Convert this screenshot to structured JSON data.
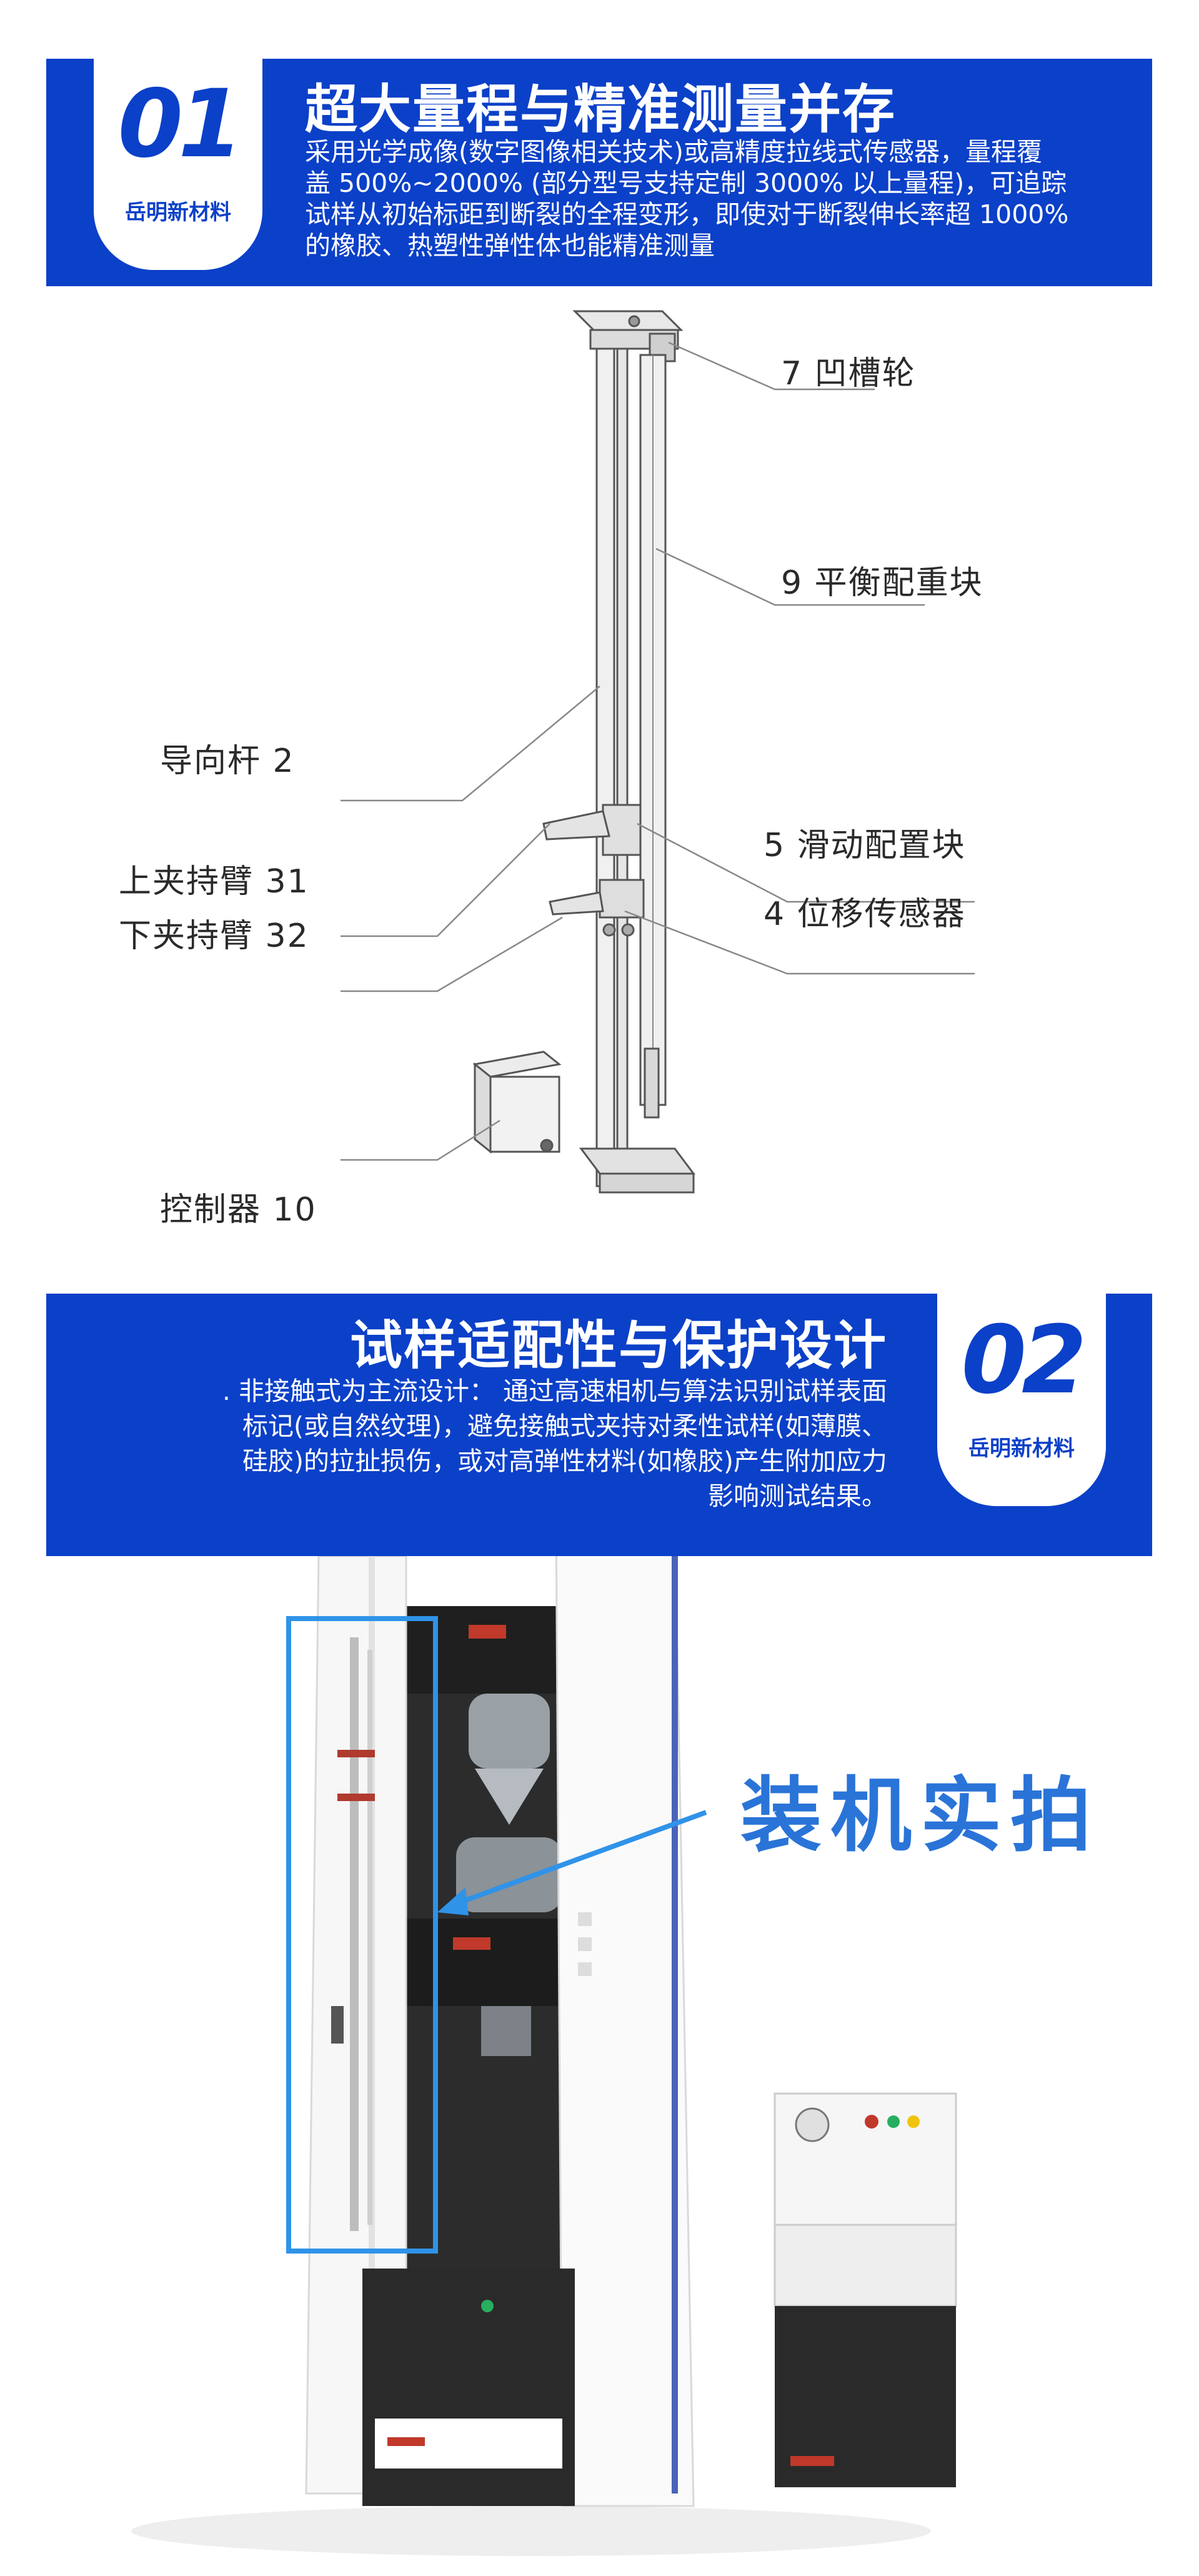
{
  "section1": {
    "number": "01",
    "brand": "岳明新材料",
    "title": "超大量程与精准测量并存",
    "desc_lines": [
      "采用光学成像(数字图像相关技术)或高精度拉线式传感器，量程覆",
      "盖 500%~2000% (部分型号支持定制 3000% 以上量程)，可追踪",
      "试样从初始标距到断裂的全程变形，即使对于断裂伸长率超 1000%",
      "的橡胶、热塑性弹性体也能精准测量"
    ]
  },
  "diagram": {
    "labels": {
      "groove_wheel": "7  凹槽轮",
      "counterweight": "9  平衡配重块",
      "guide_rod": "导向杆  2",
      "slide_block": "5  滑动配置块",
      "upper_arm": "上夹持臂  31",
      "displacement_sensor": "4  位移传感器",
      "lower_arm": "下夹持臂  32",
      "controller": "控制器  10"
    }
  },
  "section2": {
    "number": "02",
    "brand": "岳明新材料",
    "title": "试样适配性与保护设计",
    "desc_lines": [
      ". 非接触式为主流设计：  通过高速相机与算法识别试样表面",
      "标记(或自然纹理)，避免接触式夹持对柔性试样(如薄膜、",
      "硅胶)的拉扯损伤，或对高弹性材料(如橡胶)产生附加应力",
      "影响测试结果。"
    ]
  },
  "photo": {
    "caption": "装机实拍"
  },
  "colors": {
    "brand_blue": "#0b40c8",
    "caption_blue": "#2a74d8",
    "highlight_frame": "#2f93e8"
  }
}
